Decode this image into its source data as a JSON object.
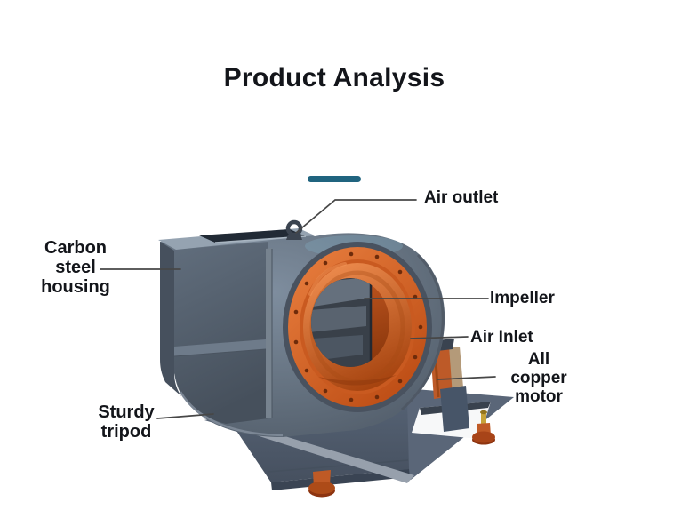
{
  "header": {
    "title": "Product Analysis"
  },
  "theme": {
    "accent": "#20647f",
    "text": "#13151a",
    "leader_line": "#474747",
    "background": "#ffffff"
  },
  "labels": {
    "air_outlet": "Air outlet",
    "carbon_steel_housing": "Carbon\nsteel\nhousing",
    "impeller": "Impeller",
    "air_inlet": "Air Inlet",
    "all_copper_motor": "All\ncopper\nmotor",
    "sturdy_tripod": "Sturdy\ntripod"
  },
  "illustration": {
    "subject": "centrifugal industrial fan blower on base frame",
    "colors": {
      "housing_slate": "#5d6a78",
      "housing_dark": "#46505d",
      "housing_light_top": "#95a3b1",
      "inlet_orange": "#d2611f",
      "inlet_orange_dark": "#a5430f",
      "impeller_gray": "#4c5662",
      "base_slate": "#5a6678",
      "foot_orange": "#a84418"
    }
  }
}
